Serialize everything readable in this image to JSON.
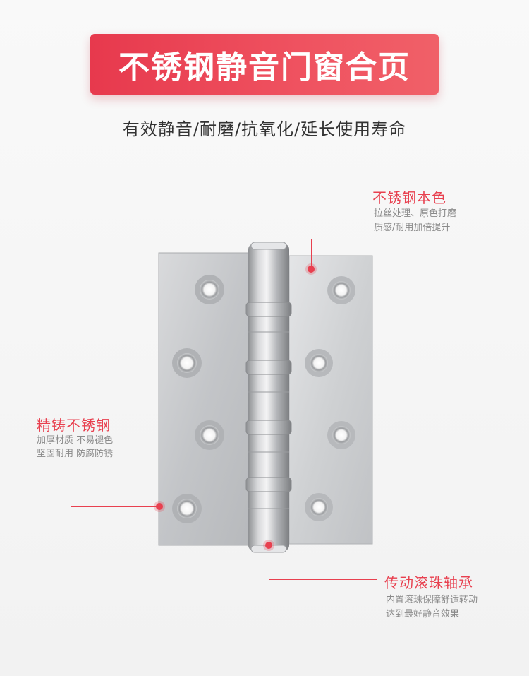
{
  "title": "不锈钢静音门窗合页",
  "subtitle": "有效静音/耐磨/抗氧化/延长使用寿命",
  "accent_color": "#e8404f",
  "callouts": {
    "top_right": {
      "title": "不锈钢本色",
      "lines": [
        "拉丝处理、原色打磨",
        "质感/耐用加倍提升"
      ]
    },
    "left": {
      "title": "精铸不锈钢",
      "lines": [
        "加厚材质 不易褪色",
        "坚固耐用 防腐防锈"
      ]
    },
    "bottom_right": {
      "title": "传动滚珠轴承",
      "lines": [
        "内置滚珠保障舒适转动",
        "达到最好静音效果"
      ]
    }
  }
}
